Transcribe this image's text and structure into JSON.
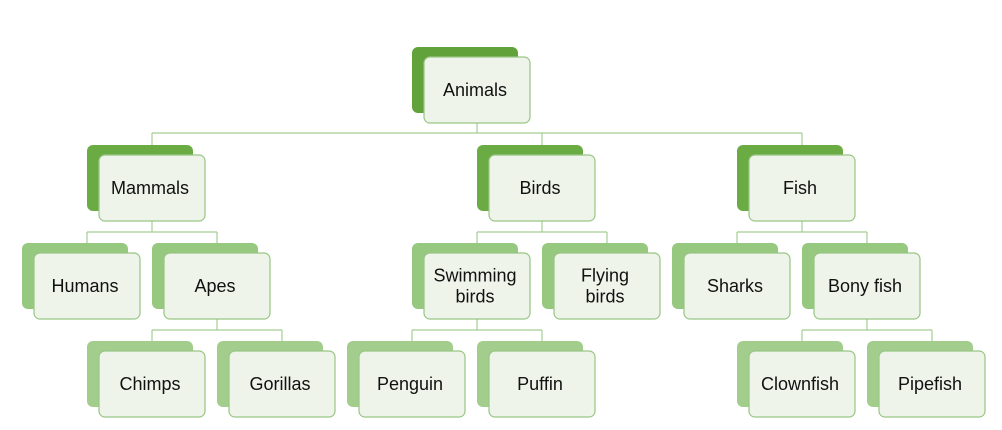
{
  "colors": {
    "level_0_back": "#62a23a",
    "level_1_back": "#6aac43",
    "level_2_back": "#96c87f",
    "level_3_back": "#a3cd8d",
    "card_fill": "#eef4ea",
    "card_border": "#98c584",
    "connector": "#a4cd92",
    "text": "#111111"
  },
  "tree": {
    "root": {
      "label": [
        "Animals"
      ]
    },
    "groups": [
      {
        "label": [
          "Mammals"
        ],
        "children": [
          {
            "label": [
              "Humans"
            ]
          },
          {
            "label": [
              "Apes"
            ],
            "children": [
              {
                "label": [
                  "Chimps"
                ]
              },
              {
                "label": [
                  "Gorillas"
                ]
              }
            ]
          }
        ]
      },
      {
        "label": [
          "Birds"
        ],
        "children": [
          {
            "label": [
              "Swimming",
              "birds"
            ],
            "children": [
              {
                "label": [
                  "Penguin"
                ]
              },
              {
                "label": [
                  "Puffin"
                ]
              }
            ]
          },
          {
            "label": [
              "Flying",
              "birds"
            ]
          }
        ]
      },
      {
        "label": [
          "Fish"
        ],
        "children": [
          {
            "label": [
              "Sharks"
            ]
          },
          {
            "label": [
              "Bony fish"
            ],
            "children": [
              {
                "label": [
                  "Clownfish"
                ]
              },
              {
                "label": [
                  "Pipefish"
                ]
              }
            ]
          }
        ]
      }
    ]
  }
}
